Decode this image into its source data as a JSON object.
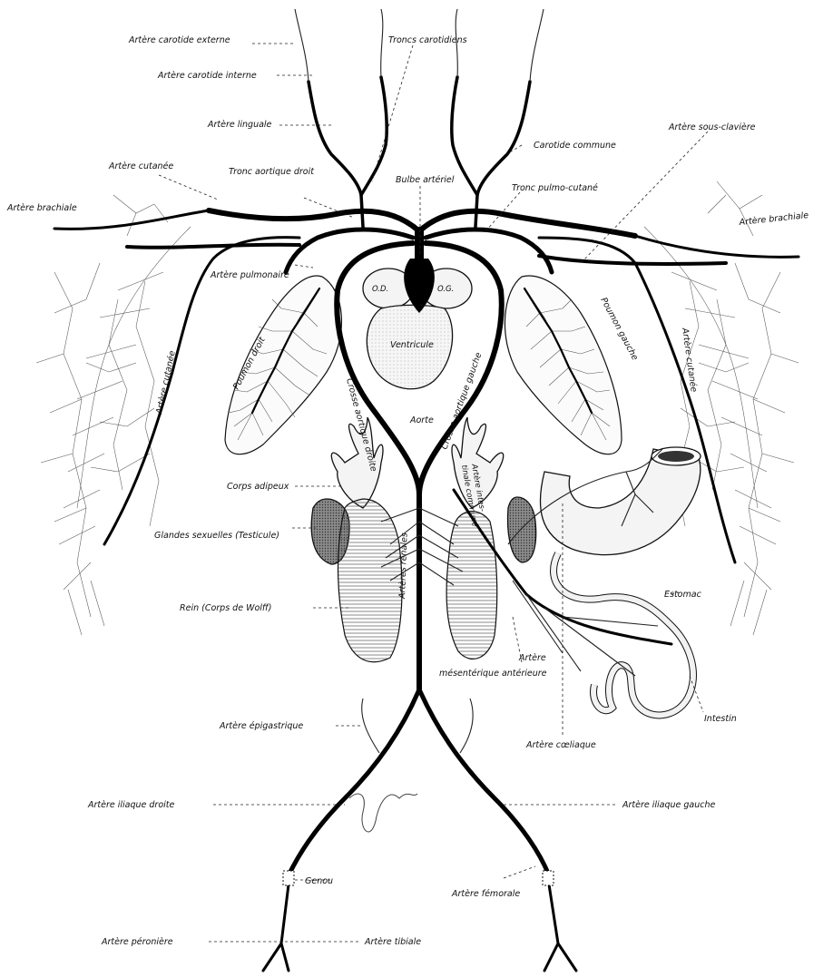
{
  "labels": {
    "carotide_externe": "Artère carotide externe",
    "troncs_carotidiens": "Troncs carotidiens",
    "carotide_interne": "Artère carotide interne",
    "linguale": "Artère linguale",
    "carotide_commune": "Carotide commune",
    "sous_claviere": "Artère sous-clavière",
    "cutanee_haut": "Artère cutanée",
    "tronc_aortique_droit": "Tronc aortique droit",
    "bulbe_arteriel": "Bulbe artériel",
    "tronc_pulmo_cutane": "Tronc pulmo-cutané",
    "brachiale_gauche": "Artère brachiale",
    "brachiale_droite": "Artère brachiale",
    "pulmonaire": "Artère pulmonaire",
    "od": "O.D.",
    "og": "O.G.",
    "ventricule": "Ventricule",
    "poumon_droit": "Poumon droit",
    "poumon_gauche": "Poumon gauche",
    "cutanee_droite": "Artère cutanée",
    "cutanee_gauche": "Artère cutanée",
    "crosse_droite": "Crosse aortique droite",
    "crosse_gauche": "Crosse aortique gauche",
    "aorte": "Aorte",
    "corps_adipeux": "Corps adipeux",
    "intestinale_commune_1": "Artère intes-",
    "intestinale_commune_2": "tinale commune",
    "estomac": "Estomac",
    "glandes_sexuelles": "Glandes sexuelles (Testicule)",
    "arteres_renales": "Artères rénales",
    "rein": "Rein (Corps de Wolff)",
    "mesenterique_1": "Artère",
    "mesenterique_2": "mésentérique antérieure",
    "intestin": "Intestin",
    "epigastrique": "Artère épigastrique",
    "coeliaque": "Artère cœliaque",
    "iliaque_droite": "Artère iliaque droite",
    "iliaque_gauche": "Artère iliaque gauche",
    "genou": "Genou",
    "femorale": "Artère fémorale",
    "peroniere": "Artère péronière",
    "tibiale": "Artère tibiale"
  }
}
